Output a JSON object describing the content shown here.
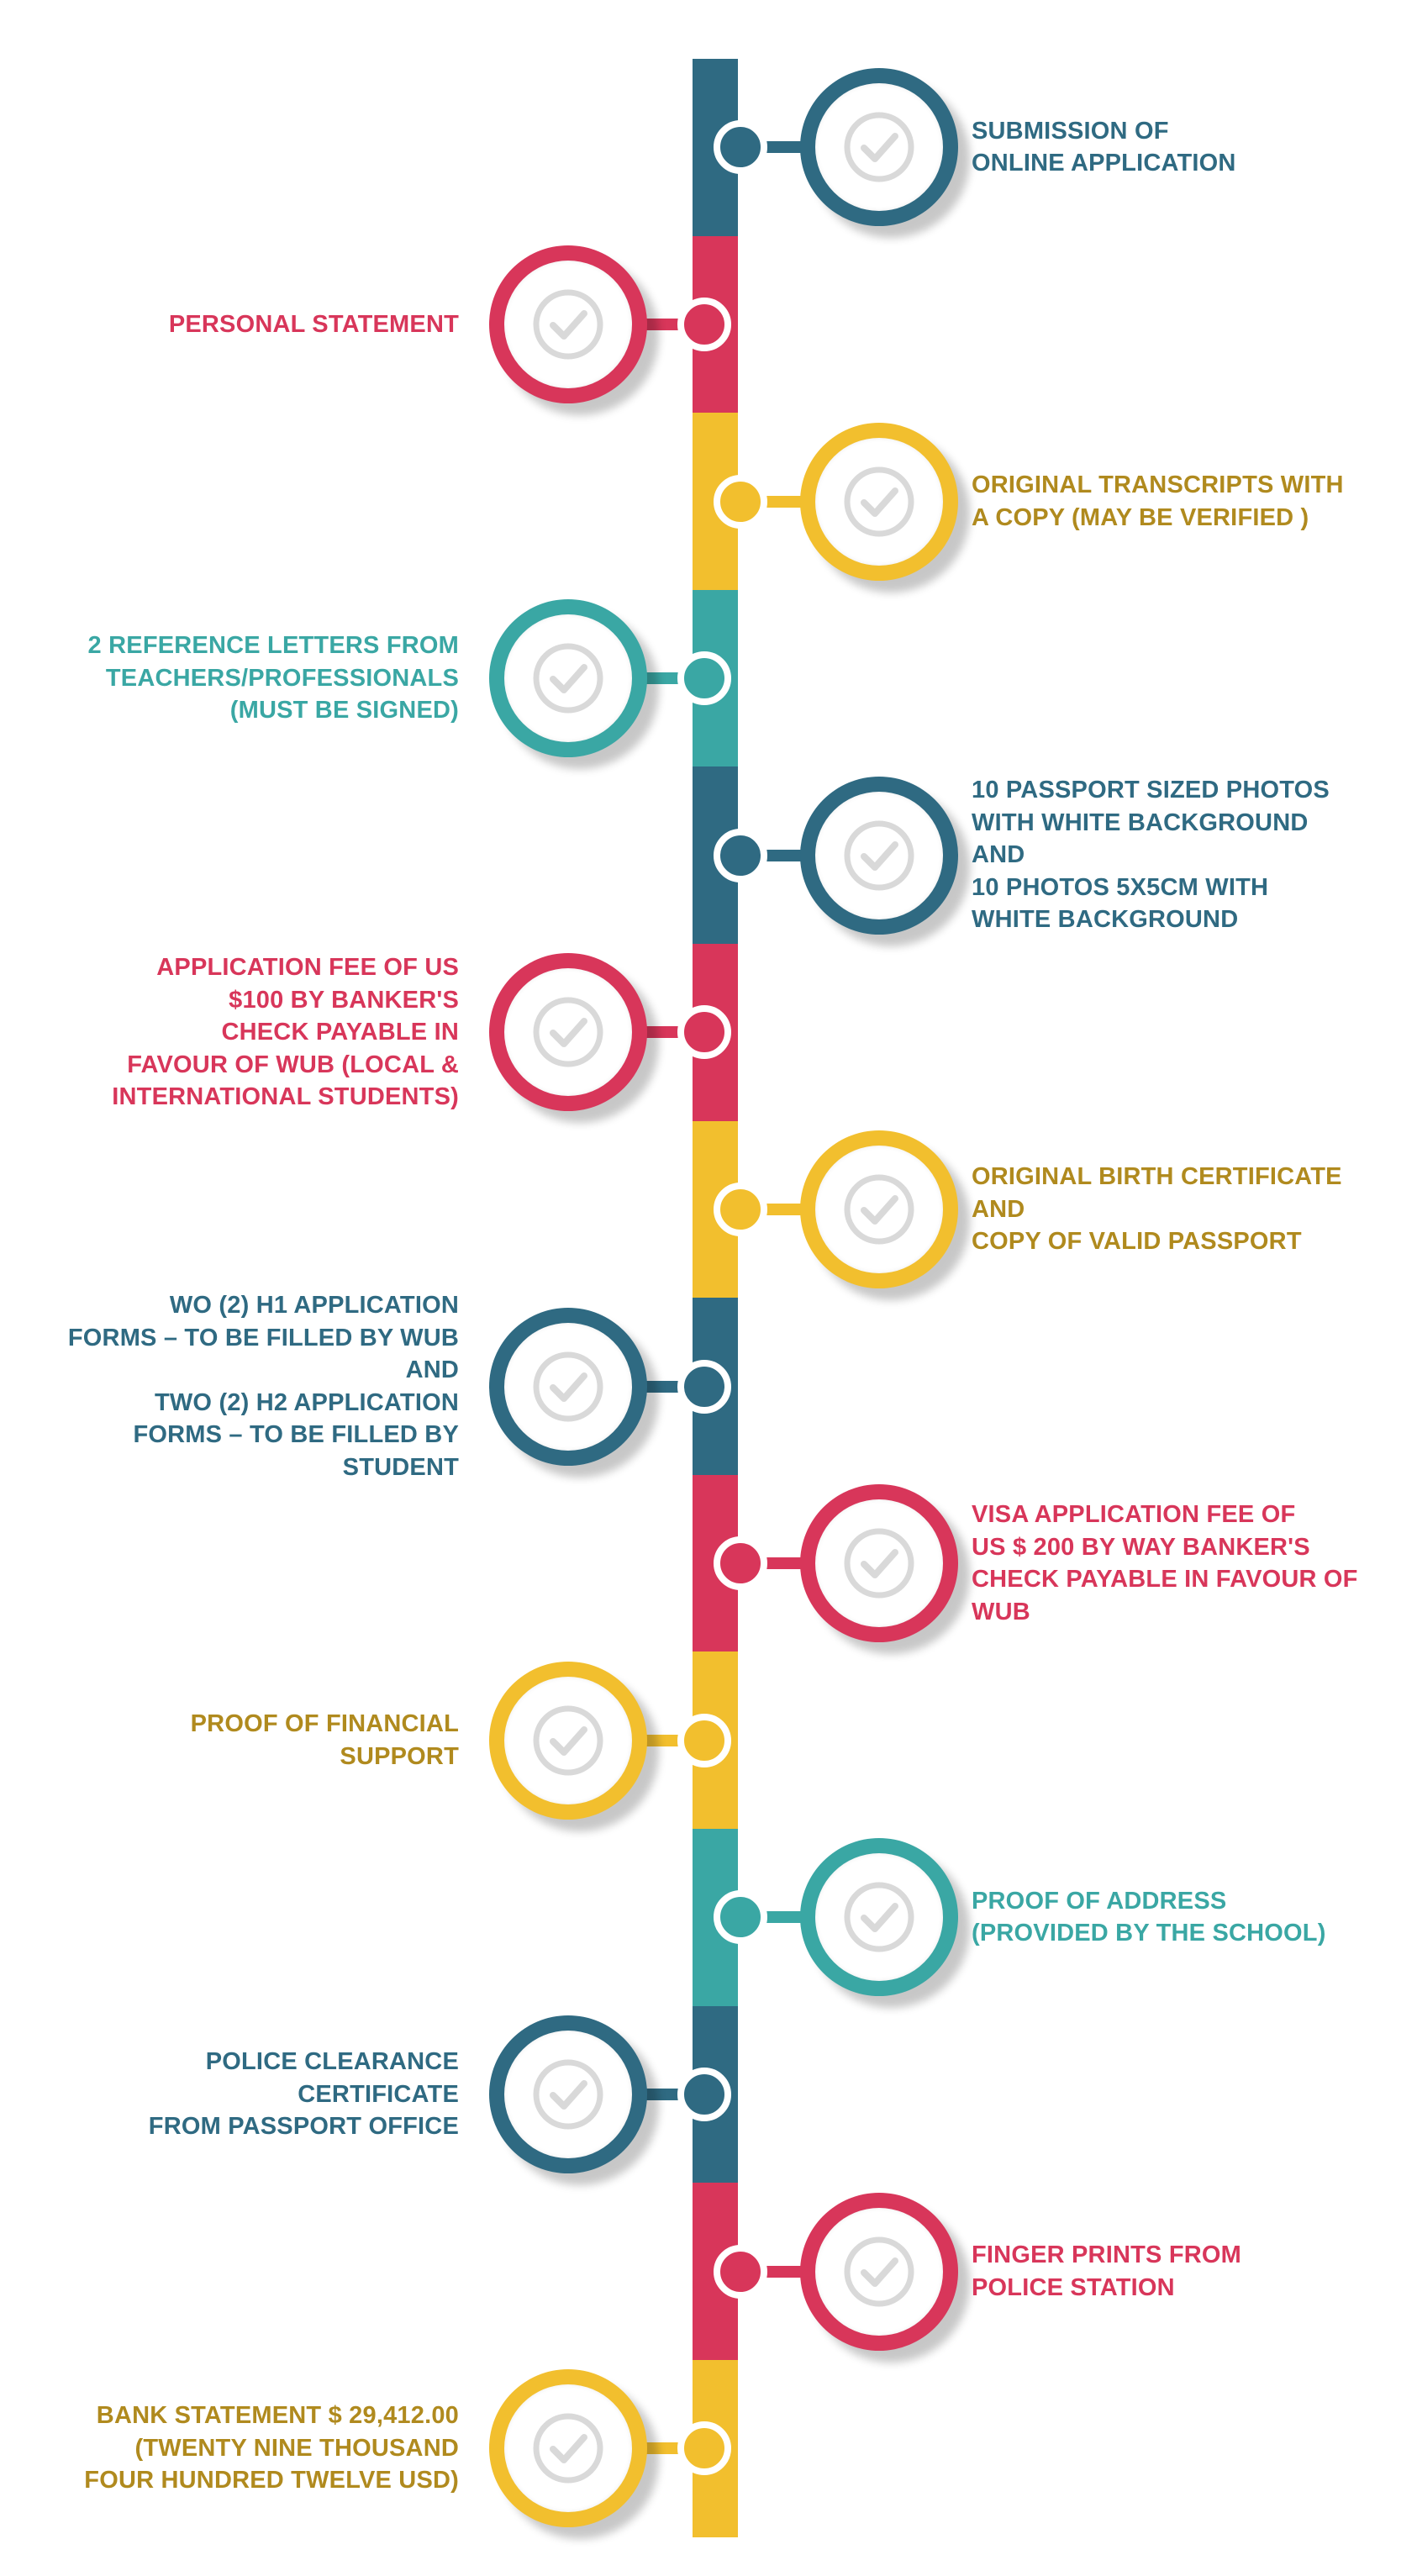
{
  "colors": {
    "navy": "#2f6a82",
    "red": "#d8365a",
    "yellow": "#f2bf2e",
    "teal": "#3aa7a4",
    "navy_text": "#2f6a82",
    "red_text": "#d8365a",
    "yellow_text": "#b08a1e",
    "teal_text": "#3aa7a4",
    "check_grey": "#d9d9d9"
  },
  "steps": [
    {
      "color": "navy",
      "side": "right",
      "lines": [
        "SUBMISSION OF",
        "ONLINE APPLICATION"
      ]
    },
    {
      "color": "red",
      "side": "left",
      "lines": [
        "PERSONAL STATEMENT"
      ]
    },
    {
      "color": "yellow",
      "side": "right",
      "lines": [
        "ORIGINAL TRANSCRIPTS WITH",
        "A COPY (MAY BE VERIFIED )"
      ]
    },
    {
      "color": "teal",
      "side": "left",
      "lines": [
        "2 REFERENCE LETTERS FROM",
        "TEACHERS/PROFESSIONALS",
        "(MUST BE SIGNED)"
      ]
    },
    {
      "color": "navy",
      "side": "right",
      "lines": [
        "10 PASSPORT SIZED PHOTOS",
        "WITH WHITE BACKGROUND",
        "AND",
        "10 PHOTOS 5X5CM WITH",
        "WHITE BACKGROUND"
      ]
    },
    {
      "color": "red",
      "side": "left",
      "lines": [
        "APPLICATION FEE OF US",
        "$100 BY BANKER'S",
        "CHECK PAYABLE IN",
        "FAVOUR OF WUB (LOCAL &",
        "INTERNATIONAL STUDENTS)"
      ]
    },
    {
      "color": "yellow",
      "side": "right",
      "lines": [
        "ORIGINAL BIRTH CERTIFICATE",
        "AND",
        "COPY OF VALID PASSPORT"
      ]
    },
    {
      "color": "navy",
      "side": "left",
      "lines": [
        "WO (2) H1 APPLICATION",
        "FORMS – TO BE FILLED BY WUB",
        "AND",
        "TWO (2) H2 APPLICATION",
        "FORMS – TO BE FILLED BY",
        "STUDENT"
      ]
    },
    {
      "color": "red",
      "side": "right",
      "lines": [
        "VISA APPLICATION FEE OF",
        "US $ 200 BY WAY BANKER'S",
        "CHECK PAYABLE IN FAVOUR OF",
        "WUB"
      ]
    },
    {
      "color": "yellow",
      "side": "left",
      "lines": [
        "PROOF OF FINANCIAL",
        "SUPPORT"
      ]
    },
    {
      "color": "teal",
      "side": "right",
      "lines": [
        "PROOF OF ADDRESS",
        "(PROVIDED BY THE SCHOOL)"
      ]
    },
    {
      "color": "navy",
      "side": "left",
      "lines": [
        "POLICE CLEARANCE",
        "CERTIFICATE",
        "FROM PASSPORT OFFICE"
      ]
    },
    {
      "color": "red",
      "side": "right",
      "lines": [
        "FINGER PRINTS FROM",
        "POLICE STATION"
      ]
    },
    {
      "color": "yellow",
      "side": "left",
      "lines": [
        "BANK STATEMENT $ 29,412.00",
        "(TWENTY NINE THOUSAND",
        "FOUR HUNDRED TWELVE USD)"
      ]
    }
  ]
}
